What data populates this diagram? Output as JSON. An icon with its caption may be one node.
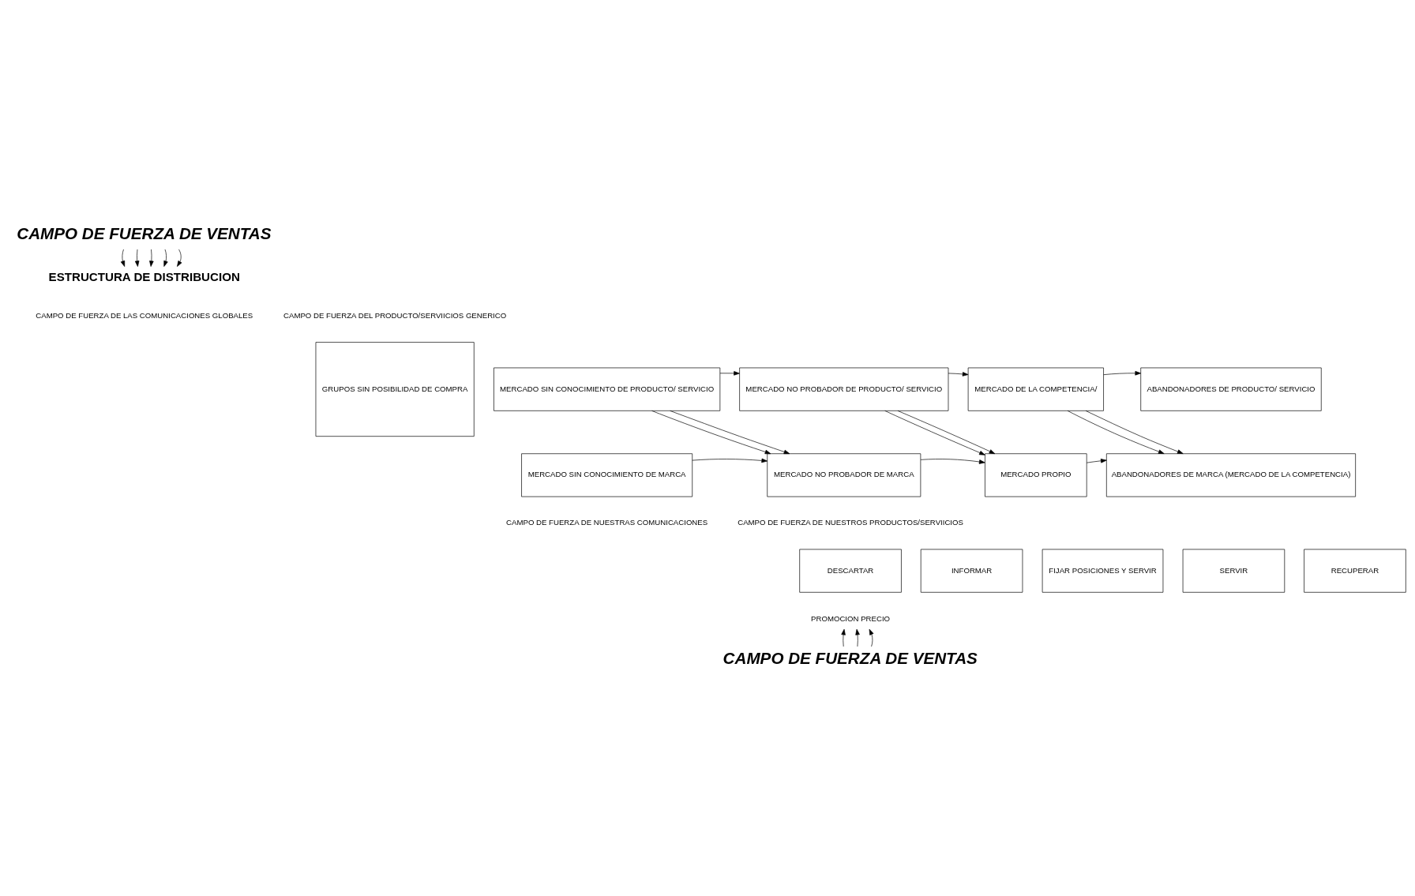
{
  "diagram": {
    "nodes": [
      {
        "text": [
          "CAMPO DE FUERZA DE VENTAS"
        ]
      },
      {
        "text": [
          "ESTRUCTURA DE DISTRIBUCION"
        ]
      },
      {
        "text": [
          "GRUPOS SIN POSIBILIDAD DE COMPRA"
        ]
      },
      {
        "text": [
          "MERCADO SIN CONOCIMIENTO DE PRODUCTO/ SERVICIO"
        ]
      },
      {
        "text": [
          "MERCADO NO PROBADOR DE PRODUCTO/ SERVICIO"
        ]
      },
      {
        "text": [
          "MERCADO DE LA COMPETENCIA/"
        ]
      },
      {
        "text": [
          "ABANDONADORES DE PRODUCTO/ SERVICIO"
        ]
      },
      {
        "text": [
          "MERCADO SIN CONOCIMIENTO DE MARCA"
        ]
      },
      {
        "text": [
          "MERCADO NO PROBADOR DE MARCA"
        ]
      },
      {
        "text": [
          "MERCADO PROPIO"
        ]
      },
      {
        "text": [
          "ABANDONADORES DE MARCA (MERCADO DE LA COMPETENCIA)"
        ]
      },
      {
        "text": [
          "DESCARTAR"
        ]
      },
      {
        "text": [
          "INFORMAR"
        ]
      },
      {
        "text": [
          "FIJAR POSICIONES Y SERVIR"
        ]
      },
      {
        "text": [
          "SERVIR"
        ]
      },
      {
        "text": [
          "RECUPERAR"
        ]
      },
      {
        "text": [
          "PROMOCION PRECIO"
        ]
      },
      {
        "text": [
          "CAMPO DE FUERZA DE VENTAS"
        ]
      }
    ],
    "edges": [
      {
        "from": 0,
        "to": 1,
        "arrow": "to"
      },
      {
        "from": 0,
        "to": 1,
        "arrow": "to"
      },
      {
        "from": 0,
        "to": 1,
        "arrow": "to"
      },
      {
        "from": 0,
        "to": 1,
        "arrow": "to"
      },
      {
        "from": 0,
        "to": 1,
        "arrow": "to"
      },
      {
        "from": 3,
        "to": 4,
        "arrow": "to"
      },
      {
        "from": 3,
        "to": 8,
        "arrow": "to"
      },
      {
        "from": 3,
        "to": 8,
        "arrow": "to"
      },
      {
        "from": 7,
        "to": 8,
        "arrow": "to"
      },
      {
        "from": 4,
        "to": 5,
        "arrow": "to"
      },
      {
        "from": 4,
        "to": 9,
        "arrow": "to"
      },
      {
        "from": 4,
        "to": 9,
        "arrow": "to"
      },
      {
        "from": 8,
        "to": 9,
        "arrow": "to"
      },
      {
        "from": 5,
        "to": 6,
        "arrow": "to"
      },
      {
        "from": 5,
        "to": 10,
        "arrow": "to"
      },
      {
        "from": 5,
        "to": 10,
        "arrow": "to"
      },
      {
        "from": 9,
        "to": 10,
        "arrow": "to"
      },
      {
        "from": 17,
        "to": 16,
        "arrow": "to"
      },
      {
        "from": 17,
        "to": 16,
        "arrow": "to"
      },
      {
        "from": 17,
        "to": 16,
        "arrow": "to"
      }
    ],
    "labels": [
      "CAMPO DE FUERZA DEL PRODUCTO/SERVIICIOS GENERICO",
      "CAMPO DE FUERZA DE LAS COMUNICACIONES GLOBALES",
      "CAMPO DE FUERZA DE NUESTRAS COMUNICACIONES",
      "CAMPO DE FUERZA DE NUESTROS PRODUCTOS/SERVIICIOS"
    ]
  }
}
